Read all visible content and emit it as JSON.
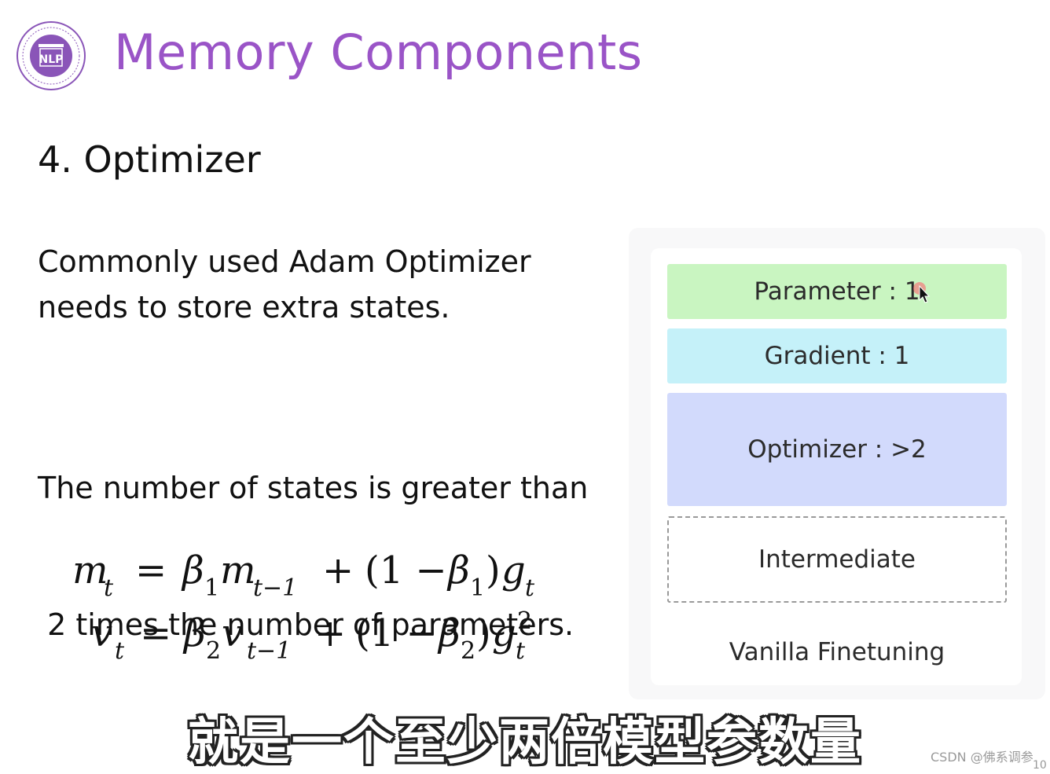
{
  "slide": {
    "title": "Memory Components",
    "logo_text": "NLP",
    "section": "4. Optimizer",
    "paragraph1": [
      "Commonly used Adam Optimizer",
      "needs to store extra states."
    ],
    "paragraph2": [
      "The number of states is greater than",
      " 2 times the number of parameters."
    ]
  },
  "formulas": [
    {
      "lhs": "m",
      "lhs_sub": "t",
      "beta": "β",
      "beta_sub": "1",
      "term": "m",
      "term_sub": "t−1",
      "grad": "g",
      "grad_sub": "t",
      "grad_sup": ""
    },
    {
      "lhs": "v",
      "lhs_sub": "t",
      "beta": "β",
      "beta_sub": "2",
      "term": "v",
      "term_sub": "t−1",
      "grad": "g",
      "grad_sub": "t",
      "grad_sup": "2"
    }
  ],
  "diagram": {
    "parameter": "Parameter : 1",
    "gradient": "Gradient : 1",
    "optimizer": "Optimizer : >2",
    "intermediate": "Intermediate",
    "caption": "Vanilla Finetuning",
    "colors": {
      "parameter": "#c9f5c1",
      "gradient": "#c5f1f9",
      "optimizer": "#d2dafc"
    }
  },
  "subtitle": "就是一个至少两倍模型参数量",
  "watermark": "CSDN @佛系调参",
  "page_number": "10"
}
